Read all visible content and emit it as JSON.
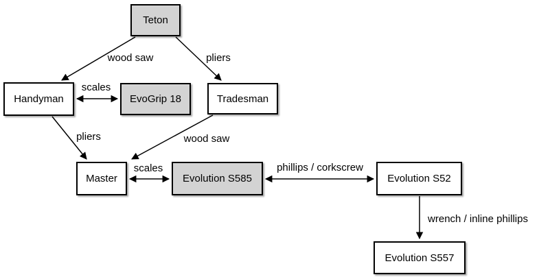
{
  "nodes": {
    "teton": {
      "label": "Teton",
      "fill": "#d3d3d3"
    },
    "handyman": {
      "label": "Handyman",
      "fill": "#ffffff"
    },
    "evogrip18": {
      "label": "EvoGrip 18",
      "fill": "#d3d3d3"
    },
    "tradesman": {
      "label": "Tradesman",
      "fill": "#ffffff"
    },
    "master": {
      "label": "Master",
      "fill": "#ffffff"
    },
    "evolution_s585": {
      "label": "Evolution S585",
      "fill": "#d3d3d3"
    },
    "evolution_s52": {
      "label": "Evolution S52",
      "fill": "#ffffff"
    },
    "evolution_s557": {
      "label": "Evolution S557",
      "fill": "#ffffff"
    }
  },
  "edges": [
    {
      "from": "Teton",
      "to": "Handyman",
      "label": "wood saw",
      "arrow": "single"
    },
    {
      "from": "Teton",
      "to": "Tradesman",
      "label": "pliers",
      "arrow": "single"
    },
    {
      "from": "Handyman",
      "to": "EvoGrip 18",
      "label": "scales",
      "arrow": "double"
    },
    {
      "from": "Handyman",
      "to": "Master",
      "label": "pliers",
      "arrow": "single"
    },
    {
      "from": "Tradesman",
      "to": "Master",
      "label": "wood saw",
      "arrow": "single"
    },
    {
      "from": "Master",
      "to": "Evolution S585",
      "label": "scales",
      "arrow": "double"
    },
    {
      "from": "Evolution S585",
      "to": "Evolution S52",
      "label": "phillips / corkscrew",
      "arrow": "double"
    },
    {
      "from": "Evolution S52",
      "to": "Evolution S557",
      "label": "wrench / inline phillips",
      "arrow": "single"
    }
  ],
  "colors": {
    "highlight_fill": "#d3d3d3",
    "node_fill": "#ffffff",
    "stroke": "#000000",
    "background": "#ffffff"
  }
}
